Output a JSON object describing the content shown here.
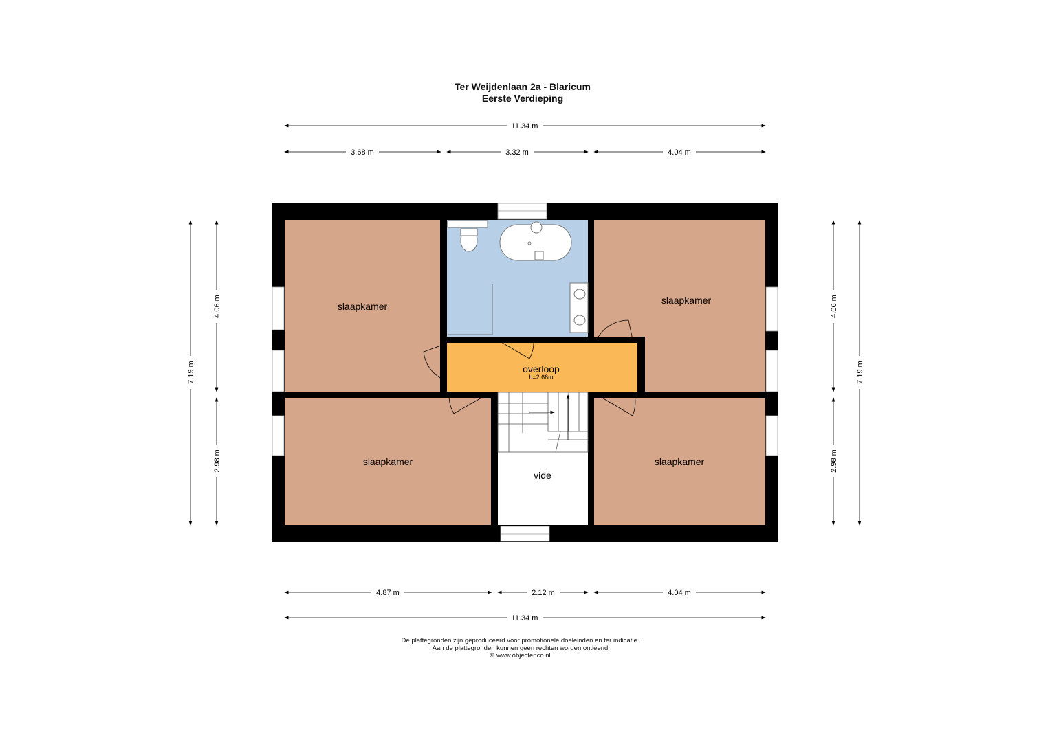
{
  "title": {
    "address": "Ter Weijdenlaan 2a - Blaricum",
    "floor": "Eerste Verdieping"
  },
  "rooms": {
    "bedroom_top_left": "slaapkamer",
    "bedroom_top_right": "slaapkamer",
    "bedroom_bottom_left": "slaapkamer",
    "bedroom_bottom_right": "slaapkamer",
    "landing": "overloop",
    "landing_height": "h=2.66m",
    "void": "vide"
  },
  "dimensions": {
    "top_total": "11.34 m",
    "top_left": "3.68 m",
    "top_middle": "3.32 m",
    "top_right": "4.04 m",
    "bottom_left": "4.87 m",
    "bottom_middle": "2.12 m",
    "bottom_right": "4.04 m",
    "bottom_total": "11.34 m",
    "left_total": "7.19 m",
    "left_upper": "4.06 m",
    "left_lower": "2.98 m",
    "right_total": "7.19 m",
    "right_upper": "4.06 m",
    "right_lower": "2.98 m"
  },
  "footer": {
    "line1": "De plattegronden zijn geproduceerd voor promotionele doeleinden en ter indicatie.",
    "line2": "Aan de plattegronden kunnen geen rechten worden ontleend",
    "line3": "© www.objectenco.nl"
  },
  "colors": {
    "bedroom": "#d6a68a",
    "bathroom": "#b8cfe8",
    "landing": "#fbb857",
    "wall": "#000000"
  }
}
